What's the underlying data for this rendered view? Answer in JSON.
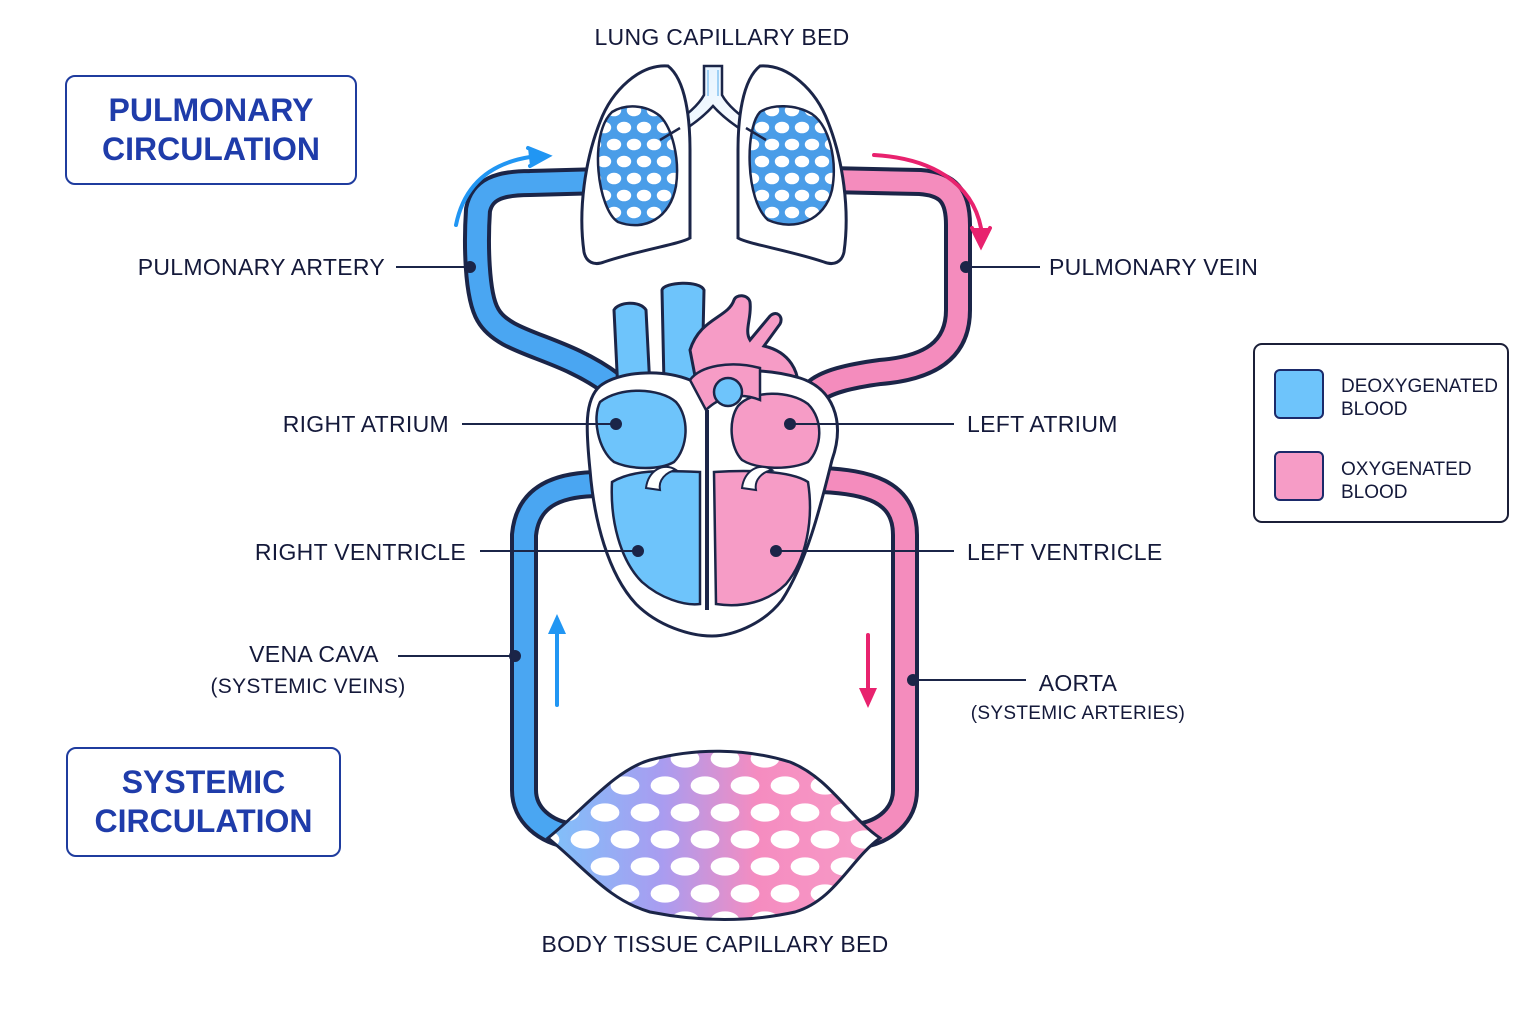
{
  "titles": {
    "pulmonary": [
      "PULMONARY",
      "CIRCULATION"
    ],
    "systemic": [
      "SYSTEMIC",
      "CIRCULATION"
    ]
  },
  "labels": {
    "lung_capillary_bed": "LUNG CAPILLARY BED",
    "pulmonary_artery": "PULMONARY ARTERY",
    "pulmonary_vein": "PULMONARY VEIN",
    "right_atrium": "RIGHT ATRIUM",
    "left_atrium": "LEFT ATRIUM",
    "right_ventricle": "RIGHT VENTRICLE",
    "left_ventricle": "LEFT VENTRICLE",
    "vena_cava": "VENA CAVA",
    "vena_cava_sub": "(SYSTEMIC VEINS)",
    "aorta": "AORTA",
    "aorta_sub": "(SYSTEMIC ARTERIES)",
    "body_capillary_bed": "BODY TISSUE CAPILLARY BED"
  },
  "legend": {
    "items": [
      {
        "label_1": "DEOXYGENATED",
        "label_2": "BLOOD",
        "color": "#6ec4fb"
      },
      {
        "label_1": "OXYGENATED",
        "label_2": "BLOOD",
        "color": "#f69cc6"
      }
    ]
  },
  "colors": {
    "deoxygenated_fill": "#6ec4fb",
    "deoxygenated_vessel": "#4aa6f2",
    "oxygenated_fill": "#f69cc6",
    "oxygenated_vessel": "#f48cbd",
    "arrow_blue": "#2196f3",
    "arrow_pink": "#e8226e",
    "outline": "#1b2548",
    "title_blue": "#1f3caa"
  }
}
